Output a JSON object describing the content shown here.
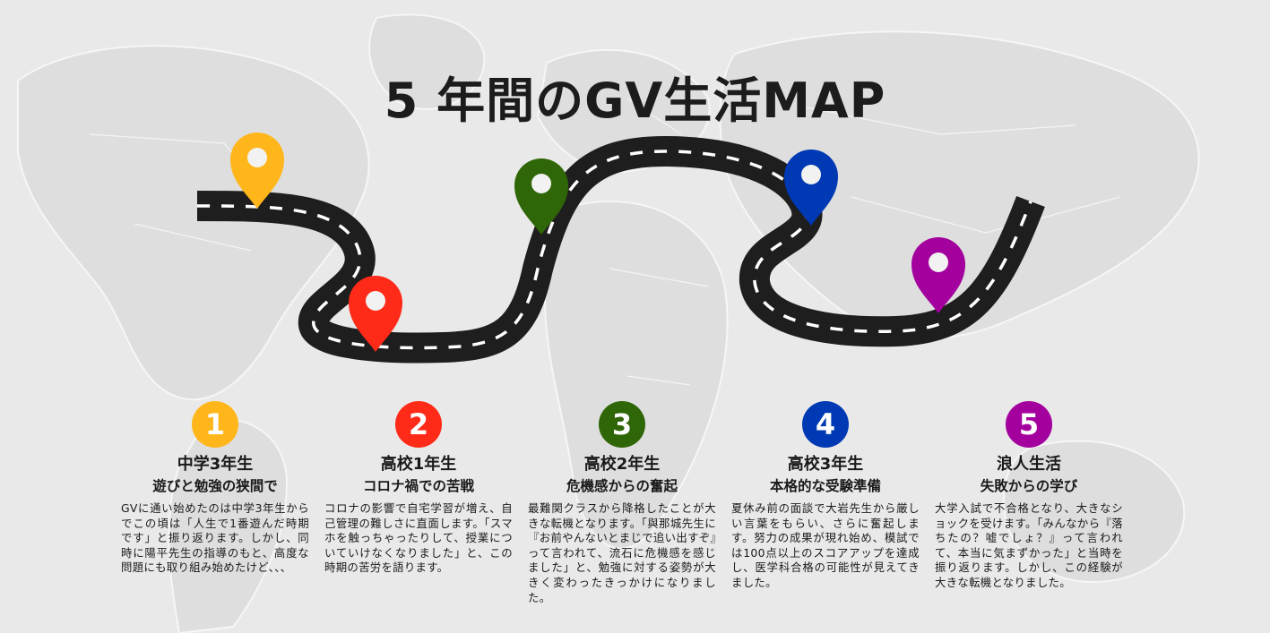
{
  "title": "5 年間のGV生活MAP",
  "colors": {
    "road": "#1e1e1e",
    "dash": "#ffffff",
    "background": "#e9e9e9",
    "pins": [
      "#ffb61b",
      "#ff2a17",
      "#2f6607",
      "#0039b4",
      "#a3009e"
    ]
  },
  "stages": [
    {
      "number": "1",
      "year": "中学3年生",
      "theme": "遊びと勉強の狭間で",
      "description": "GVに通い始めたのは中学3年生からでこの頃は「人生で1番遊んだ時期です」と振り返ります。しかし、同時に陽平先生の指導のもと、高度な問題にも取り組み始めたけど､､､"
    },
    {
      "number": "2",
      "year": "高校1年生",
      "theme": "コロナ禍での苦戦",
      "description": "コロナの影響で自宅学習が増え、自己管理の難しさに直面します。「スマホを触っちゃったりして、授業についていけなくなりました」と、この時期の苦労を語ります。"
    },
    {
      "number": "3",
      "year": "高校2年生",
      "theme": "危機感からの奮起",
      "description": "最難関クラスから降格したことが大きな転機となります。「與那城先生に『お前やんないとまじで追い出すぞ』って言われて、流石に危機感を感じました」と、勉強に対する姿勢が大きく変わったきっかけになりました。"
    },
    {
      "number": "4",
      "year": "高校3年生",
      "theme": "本格的な受験準備",
      "description": "夏休み前の面談で大岩先生から厳しい言葉をもらい、さらに奮起します。努力の成果が現れ始め、模試では100点以上のスコアアップを達成し、医学科合格の可能性が見えてきました。"
    },
    {
      "number": "5",
      "year": "浪人生活",
      "theme": "失敗からの学び",
      "description": "大学入試で不合格となり、大きなショックを受けます。「みんなから『落ちたの？嘘でしょ？』って言われて、本当に気まずかった」と当時を振り返ります。しかし、この経験が大きな転機となりました。"
    }
  ]
}
